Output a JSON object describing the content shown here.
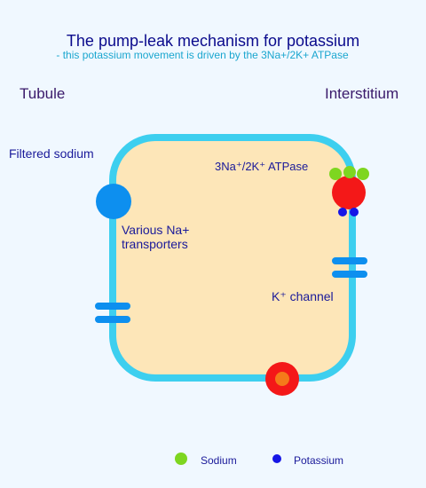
{
  "title": "The pump-leak mechanism for potassium",
  "subtitle": "- this potassium movement is driven by the 3Na+/2K+ ATPase",
  "labels": {
    "tubule": "Tubule",
    "interstitium": "Interstitium",
    "filtered_sodium": "Filtered sodium",
    "atpase": "3Na⁺/2K⁺ ATPase",
    "na_transporters": "Various Na+\ntransporters",
    "k_channel": "K⁺ channel"
  },
  "legend": {
    "sodium": "Sodium",
    "potassium": "Potassium"
  },
  "colors": {
    "background": "#f0f8ff",
    "cell_fill": "#fde6b8",
    "membrane": "#3dcfef",
    "transporter": "#0d8fef",
    "pump": "#f41818",
    "sodium": "#7ed620",
    "potassium": "#1616e6",
    "channel": "#0d8fef",
    "pore_outer": "#f41818",
    "pore_inner": "#f57a1a"
  }
}
